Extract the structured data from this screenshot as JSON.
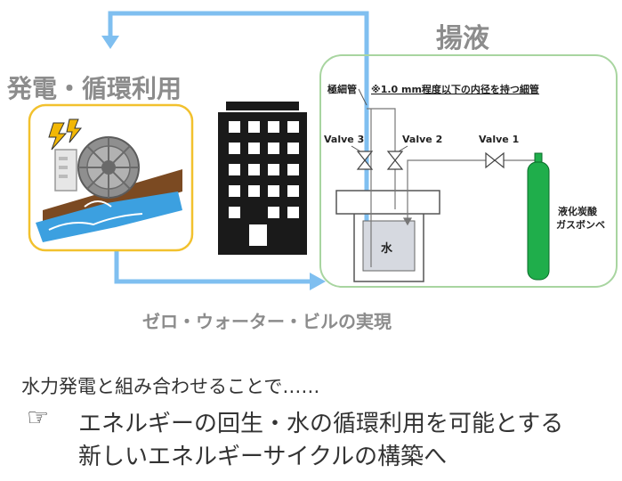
{
  "diagram": {
    "title_pumping": "揚液",
    "title_power": "発電・循環利用",
    "caption_building": "ゼロ・ウォーター・ビルの実現",
    "label_capillary": "極細管",
    "label_capillary_note": "※1.0 mm程度以下の内径を持つ細管",
    "label_valve3": "Valve 3",
    "label_valve2": "Valve 2",
    "label_valve1": "Valve 1",
    "label_water": "水",
    "label_gas_line1": "液化炭酸",
    "label_gas_line2": "ガスボンベ",
    "colors": {
      "flow_arrow": "#7fbff0",
      "panel_green": "#a8d5a0",
      "panel_yellow": "#f2c12e",
      "cylinder_green": "#1fae4b",
      "text_gray": "#8c8c8c"
    }
  },
  "text": {
    "line1": "水力発電と組み合わせることで……",
    "bullet_icon": "☞",
    "line2": "エネルギーの回生・水の循環利用を可能とする",
    "line3": "新しいエネルギーサイクルの構築へ"
  }
}
